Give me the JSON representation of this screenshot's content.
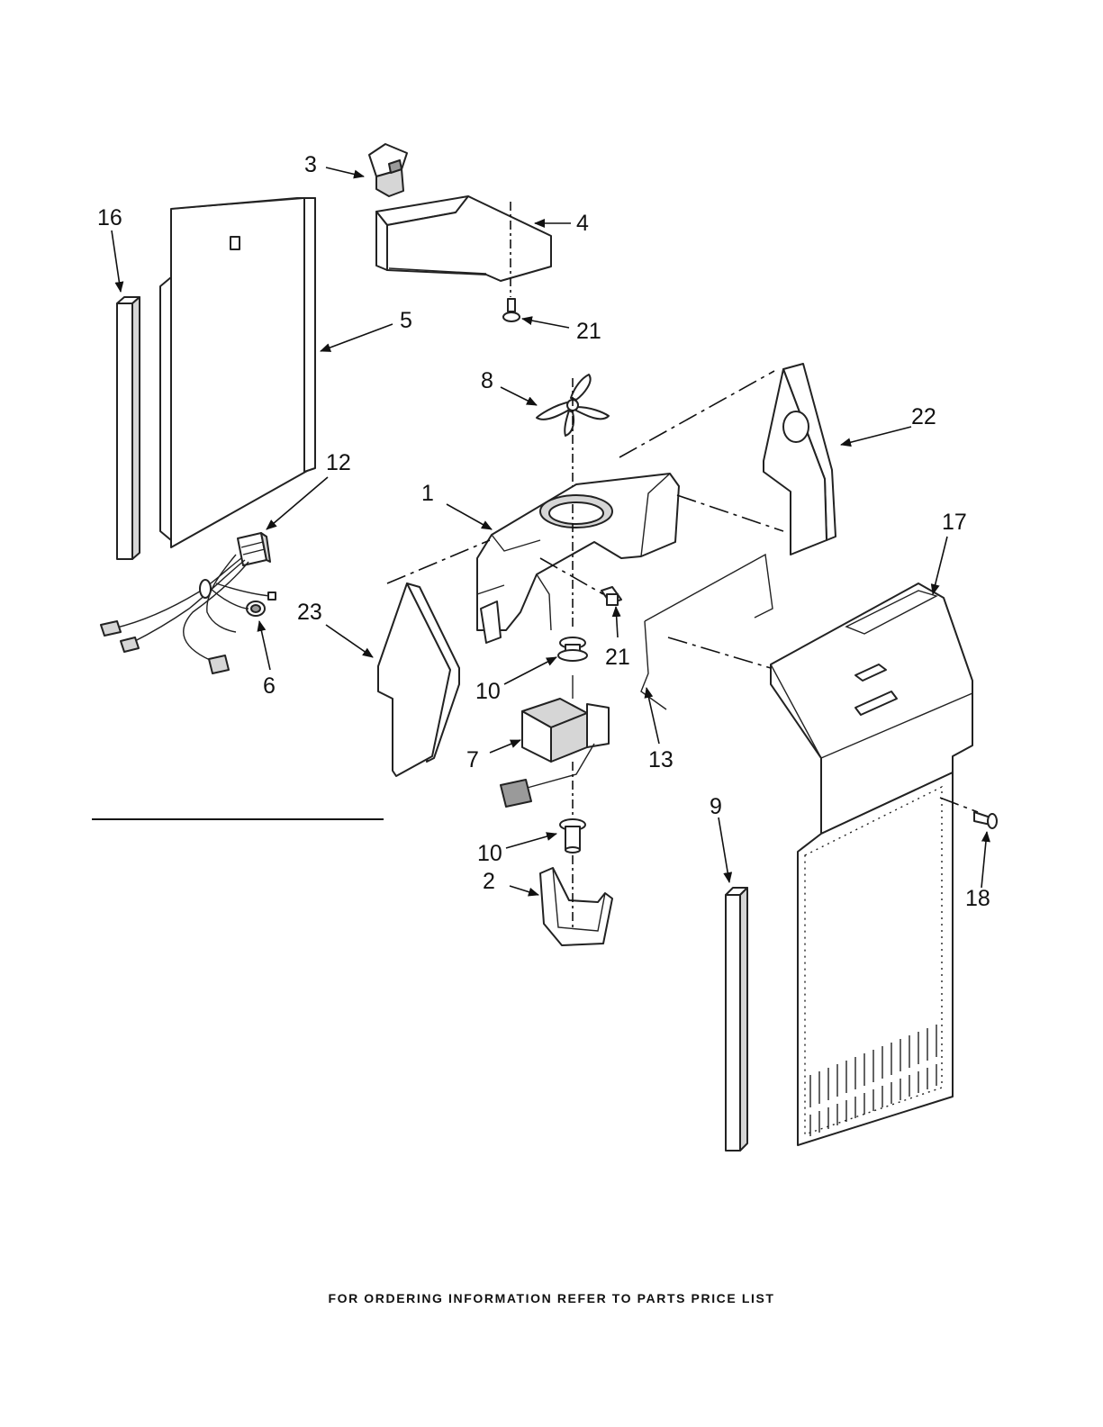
{
  "callouts": {
    "c1": "1",
    "c2": "2",
    "c3": "3",
    "c4": "4",
    "c5": "5",
    "c6": "6",
    "c7": "7",
    "c8": "8",
    "c9": "9",
    "c10a": "10",
    "c10b": "10",
    "c12": "12",
    "c13": "13",
    "c16": "16",
    "c17": "17",
    "c18": "18",
    "c21a": "21",
    "c21b": "21",
    "c22": "22",
    "c23": "23"
  },
  "footer": "FOR ORDERING INFORMATION REFER TO PARTS PRICE LIST"
}
